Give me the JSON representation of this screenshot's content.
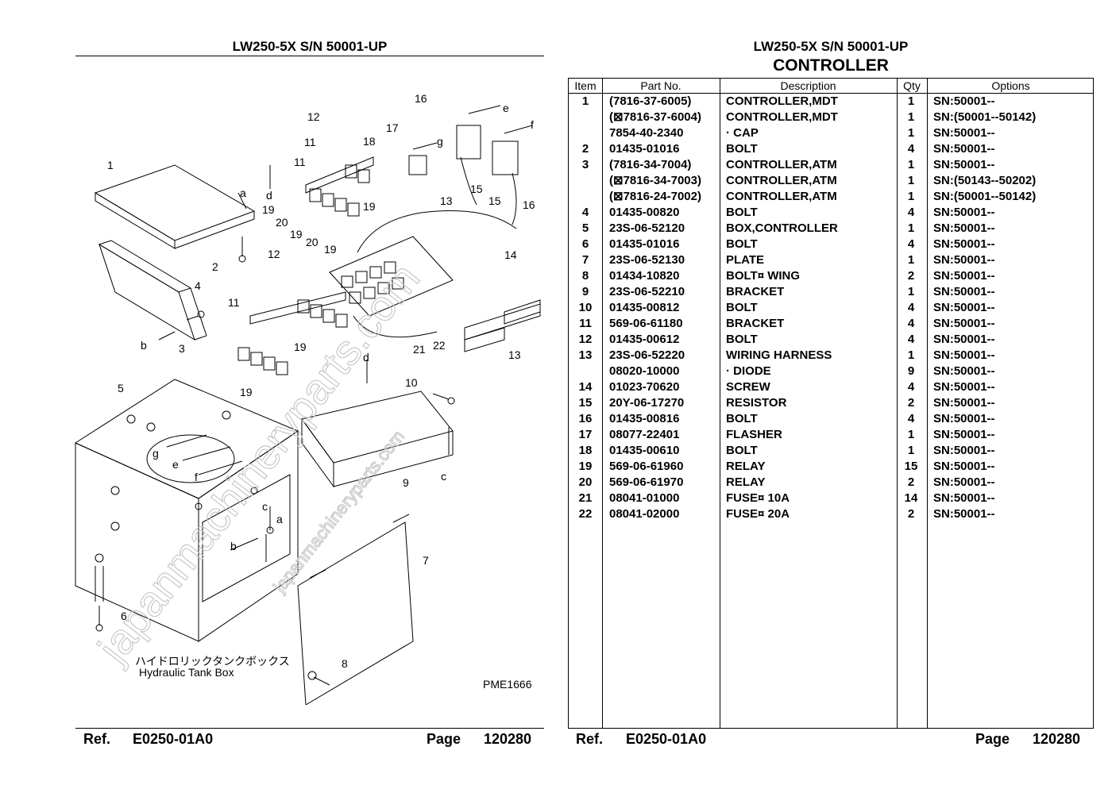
{
  "left_header": {
    "title": "LW250-5X S/N 50001-UP"
  },
  "right_header": {
    "title": "LW250-5X S/N 50001-UP",
    "subtitle": "CONTROLLER"
  },
  "diagram": {
    "callouts": [
      "1",
      "2",
      "3",
      "4",
      "5",
      "6",
      "7",
      "8",
      "9",
      "10",
      "11",
      "11",
      "11",
      "12",
      "12",
      "13",
      "13",
      "14",
      "15",
      "15",
      "16",
      "16",
      "17",
      "18",
      "19",
      "19",
      "19",
      "19",
      "19",
      "20",
      "20",
      "21",
      "22"
    ],
    "arrow_labels": [
      "a",
      "a",
      "b",
      "b",
      "c",
      "c",
      "d",
      "d",
      "e",
      "e",
      "f",
      "f",
      "g",
      "g"
    ],
    "caption_jp": "ハイドロリックタンクボックス",
    "caption_en": "Hydraulic Tank Box",
    "drawing_code": "PME1666",
    "watermark_large": "japanmachineryparts.com",
    "watermark_small": "japanmachineryparts.com"
  },
  "table": {
    "headers": {
      "item": "Item",
      "part": "Part No.",
      "desc": "Description",
      "qty": "Qty",
      "opt": "Options"
    },
    "rows": [
      {
        "item": "1",
        "part": "(7816-37-6005)",
        "desc": "CONTROLLER,MDT",
        "qty": "1",
        "opt": "SN:50001--"
      },
      {
        "item": "",
        "part": "(⊠7816-37-6004)",
        "desc": "CONTROLLER,MDT",
        "qty": "1",
        "opt": "SN:(50001--50142)"
      },
      {
        "item": "",
        "part": "7854-40-2340",
        "desc": "·  CAP",
        "qty": "1",
        "opt": "SN:50001--"
      },
      {
        "item": "2",
        "part": "01435-01016",
        "desc": "BOLT",
        "qty": "4",
        "opt": "SN:50001--"
      },
      {
        "item": "3",
        "part": "(7816-34-7004)",
        "desc": "CONTROLLER,ATM",
        "qty": "1",
        "opt": "SN:50001--"
      },
      {
        "item": "",
        "part": "(⊠7816-34-7003)",
        "desc": "CONTROLLER,ATM",
        "qty": "1",
        "opt": "SN:(50143--50202)"
      },
      {
        "item": "",
        "part": "(⊠7816-24-7002)",
        "desc": "CONTROLLER,ATM",
        "qty": "1",
        "opt": "SN:(50001--50142)"
      },
      {
        "item": "4",
        "part": "01435-00820",
        "desc": "BOLT",
        "qty": "4",
        "opt": "SN:50001--"
      },
      {
        "item": "5",
        "part": "23S-06-52120",
        "desc": "BOX,CONTROLLER",
        "qty": "1",
        "opt": "SN:50001--"
      },
      {
        "item": "6",
        "part": "01435-01016",
        "desc": "BOLT",
        "qty": "4",
        "opt": "SN:50001--"
      },
      {
        "item": "7",
        "part": "23S-06-52130",
        "desc": "PLATE",
        "qty": "1",
        "opt": "SN:50001--"
      },
      {
        "item": "8",
        "part": "01434-10820",
        "desc": "BOLT¤ WING",
        "qty": "2",
        "opt": "SN:50001--"
      },
      {
        "item": "9",
        "part": "23S-06-52210",
        "desc": "BRACKET",
        "qty": "1",
        "opt": "SN:50001--"
      },
      {
        "item": "10",
        "part": "01435-00812",
        "desc": "BOLT",
        "qty": "4",
        "opt": "SN:50001--"
      },
      {
        "item": "11",
        "part": "569-06-61180",
        "desc": "BRACKET",
        "qty": "4",
        "opt": "SN:50001--"
      },
      {
        "item": "12",
        "part": "01435-00612",
        "desc": "BOLT",
        "qty": "4",
        "opt": "SN:50001--"
      },
      {
        "item": "13",
        "part": "23S-06-52220",
        "desc": "WIRING HARNESS",
        "qty": "1",
        "opt": "SN:50001--"
      },
      {
        "item": "",
        "part": "08020-10000",
        "desc": "·  DIODE",
        "qty": "9",
        "opt": "SN:50001--"
      },
      {
        "item": "14",
        "part": "01023-70620",
        "desc": "SCREW",
        "qty": "4",
        "opt": "SN:50001--"
      },
      {
        "item": "15",
        "part": "20Y-06-17270",
        "desc": "RESISTOR",
        "qty": "2",
        "opt": "SN:50001--"
      },
      {
        "item": "16",
        "part": "01435-00816",
        "desc": "BOLT",
        "qty": "4",
        "opt": "SN:50001--"
      },
      {
        "item": "17",
        "part": "08077-22401",
        "desc": "FLASHER",
        "qty": "1",
        "opt": "SN:50001--"
      },
      {
        "item": "18",
        "part": "01435-00610",
        "desc": "BOLT",
        "qty": "1",
        "opt": "SN:50001--"
      },
      {
        "item": "19",
        "part": "569-06-61960",
        "desc": "RELAY",
        "qty": "15",
        "opt": "SN:50001--"
      },
      {
        "item": "20",
        "part": "569-06-61970",
        "desc": "RELAY",
        "qty": "2",
        "opt": "SN:50001--"
      },
      {
        "item": "21",
        "part": "08041-01000",
        "desc": "FUSE¤ 10A",
        "qty": "14",
        "opt": "SN:50001--"
      },
      {
        "item": "22",
        "part": "08041-02000",
        "desc": "FUSE¤ 20A",
        "qty": "2",
        "opt": "SN:50001--"
      }
    ]
  },
  "footer_left": {
    "ref_label": "Ref.",
    "ref_value": "E0250-01A0",
    "page_label": "Page",
    "page_value": "120280"
  },
  "footer_right": {
    "ref_label": "Ref.",
    "ref_value": "E0250-01A0",
    "page_label": "Page",
    "page_value": "120280"
  }
}
